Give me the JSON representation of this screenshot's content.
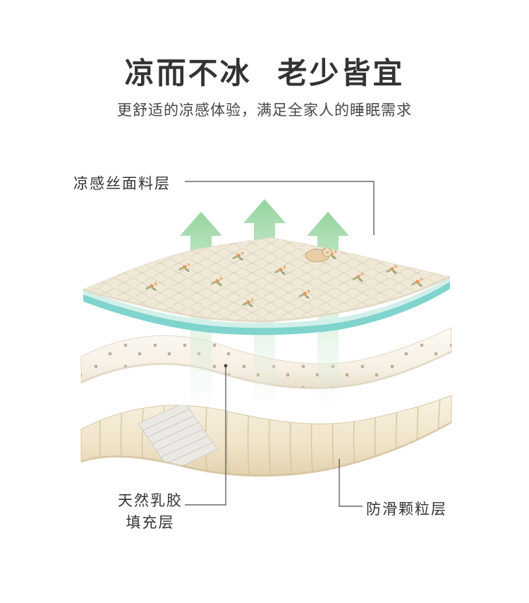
{
  "header": {
    "title": "凉而不冰 老少皆宜",
    "subtitle": "更舒适的凉感体验，满足全家人的睡眠需求"
  },
  "callouts": {
    "fabric_layer": "凉感丝面料层",
    "latex_layer_line1": "天然乳胶",
    "latex_layer_line2": "填充层",
    "antislip_layer": "防滑颗粒层"
  },
  "diagram": {
    "layers": [
      {
        "id": "fabric",
        "label": "凉感丝面料层"
      },
      {
        "id": "latex",
        "label": "天然乳胶填充层"
      },
      {
        "id": "antislip",
        "label": "防滑颗粒层"
      }
    ],
    "airflow_arrows": 3,
    "colors": {
      "fabric_edge_cyan": "#7fd4cd",
      "fabric_face": "#f0e9d8",
      "latex_face": "#f8f2e7",
      "quilt_face": "#efe3c8",
      "arrow_green": "#9cd6a4",
      "text": "#333333"
    }
  }
}
